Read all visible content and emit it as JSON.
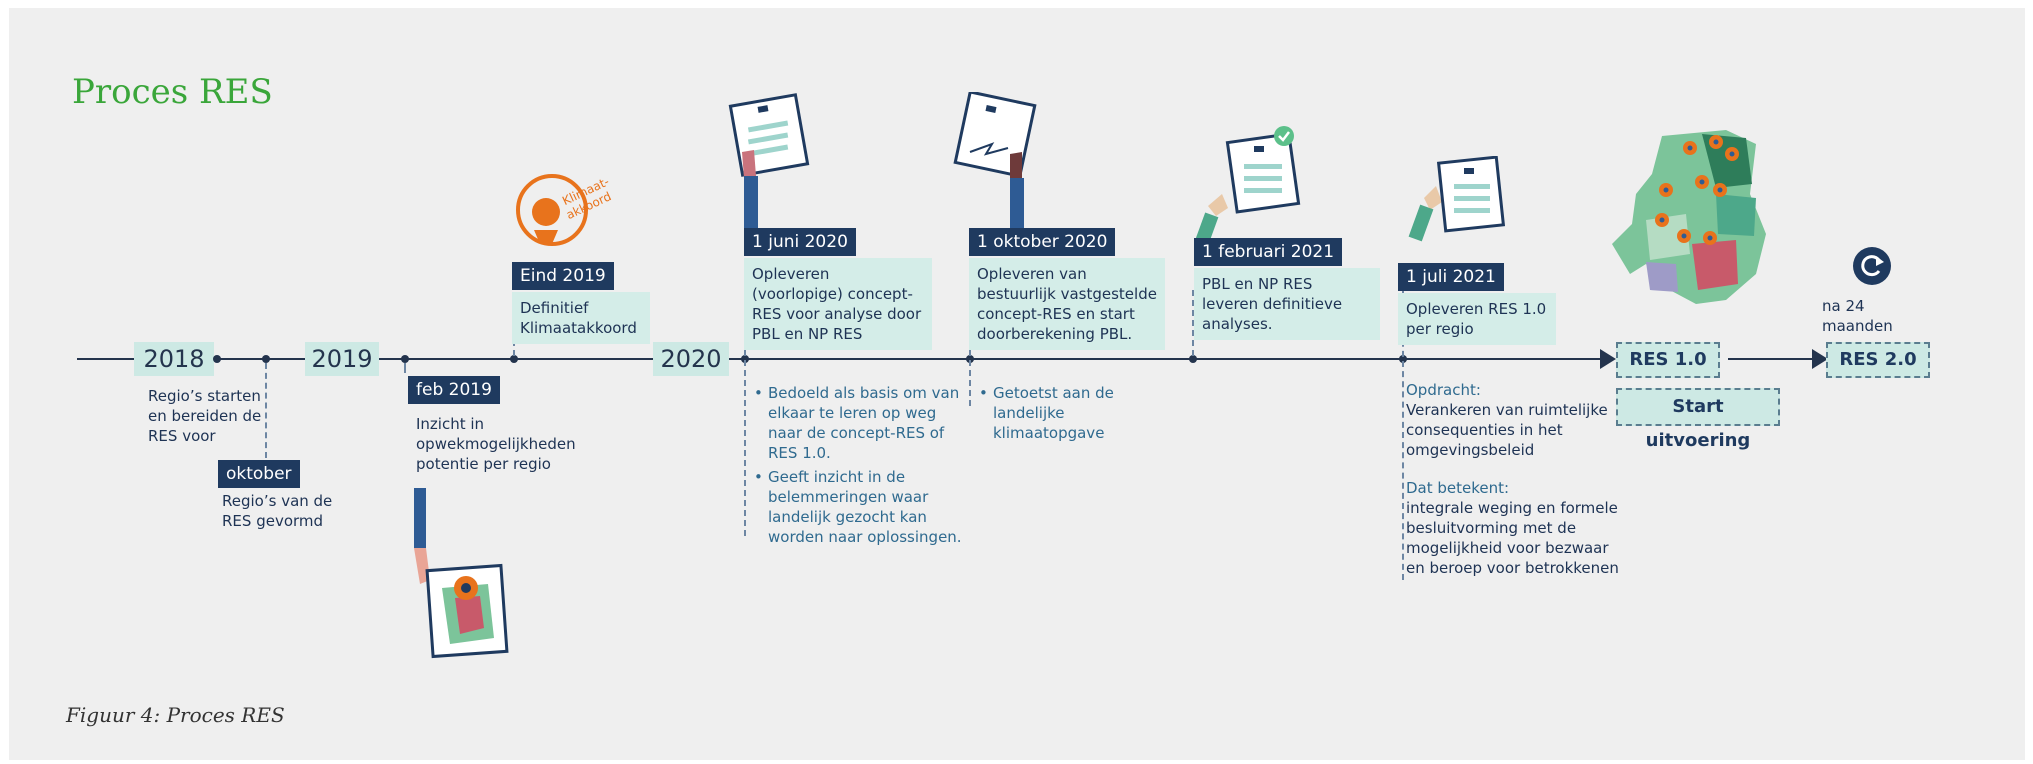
{
  "title": "Proces RES",
  "caption": "Figuur 4: Proces RES",
  "years": {
    "y2018": "2018",
    "y2019": "2019",
    "y2020": "2020"
  },
  "milestones": {
    "start2018": {
      "text": "Regio’s starten en bereiden de RES voor"
    },
    "oktober": {
      "label": "oktober",
      "text": "Regio’s van de RES gevormd"
    },
    "feb2019": {
      "label": "feb 2019",
      "text": "Inzicht in opwekmogelijkheden potentie per regio"
    },
    "eind2019": {
      "label": "Eind 2019",
      "text": "Definitief Klimaatakkoord",
      "badge": "Klimaat-akkoord"
    },
    "juni2020": {
      "label": "1 juni 2020",
      "text": "Opleveren (voorlopige) concept-RES voor analyse door PBL en NP RES",
      "bullets": [
        "Bedoeld als basis om van elkaar te leren op weg naar de concept-RES of RES 1.0.",
        "Geeft inzicht in de belemmeringen waar landelijk gezocht kan worden naar oplossingen."
      ]
    },
    "okt2020": {
      "label": "1 oktober 2020",
      "text": "Opleveren van bestuurlijk vastgestelde concept-RES en start doorberekening PBL.",
      "bullets": [
        "Getoetst aan de landelijke klimaatopgave"
      ]
    },
    "feb2021": {
      "label": "1 februari 2021",
      "text": "PBL en NP RES leveren definitieve analyses."
    },
    "juli2021": {
      "label": "1 juli 2021",
      "text": "Opleveren RES 1.0 per regio",
      "opdracht_title": "Opdracht:",
      "opdracht_text": "Verankeren van ruimtelijke consequenties in het omgevingsbeleid",
      "betekent_title": "Dat betekent:",
      "betekent_text": "integrale weging en formele besluitvorming met de mogelijkheid voor bezwaar en beroep voor betrokkenen"
    }
  },
  "res10": "RES 1.0",
  "start_uitvoering": "Start uitvoering",
  "na24": "na 24 maanden",
  "res20": "RES 2.0",
  "colors": {
    "navy": "#1f3a5f",
    "mint": "#cde9e4",
    "green_title": "#3aa63a",
    "orange": "#e8731c"
  }
}
